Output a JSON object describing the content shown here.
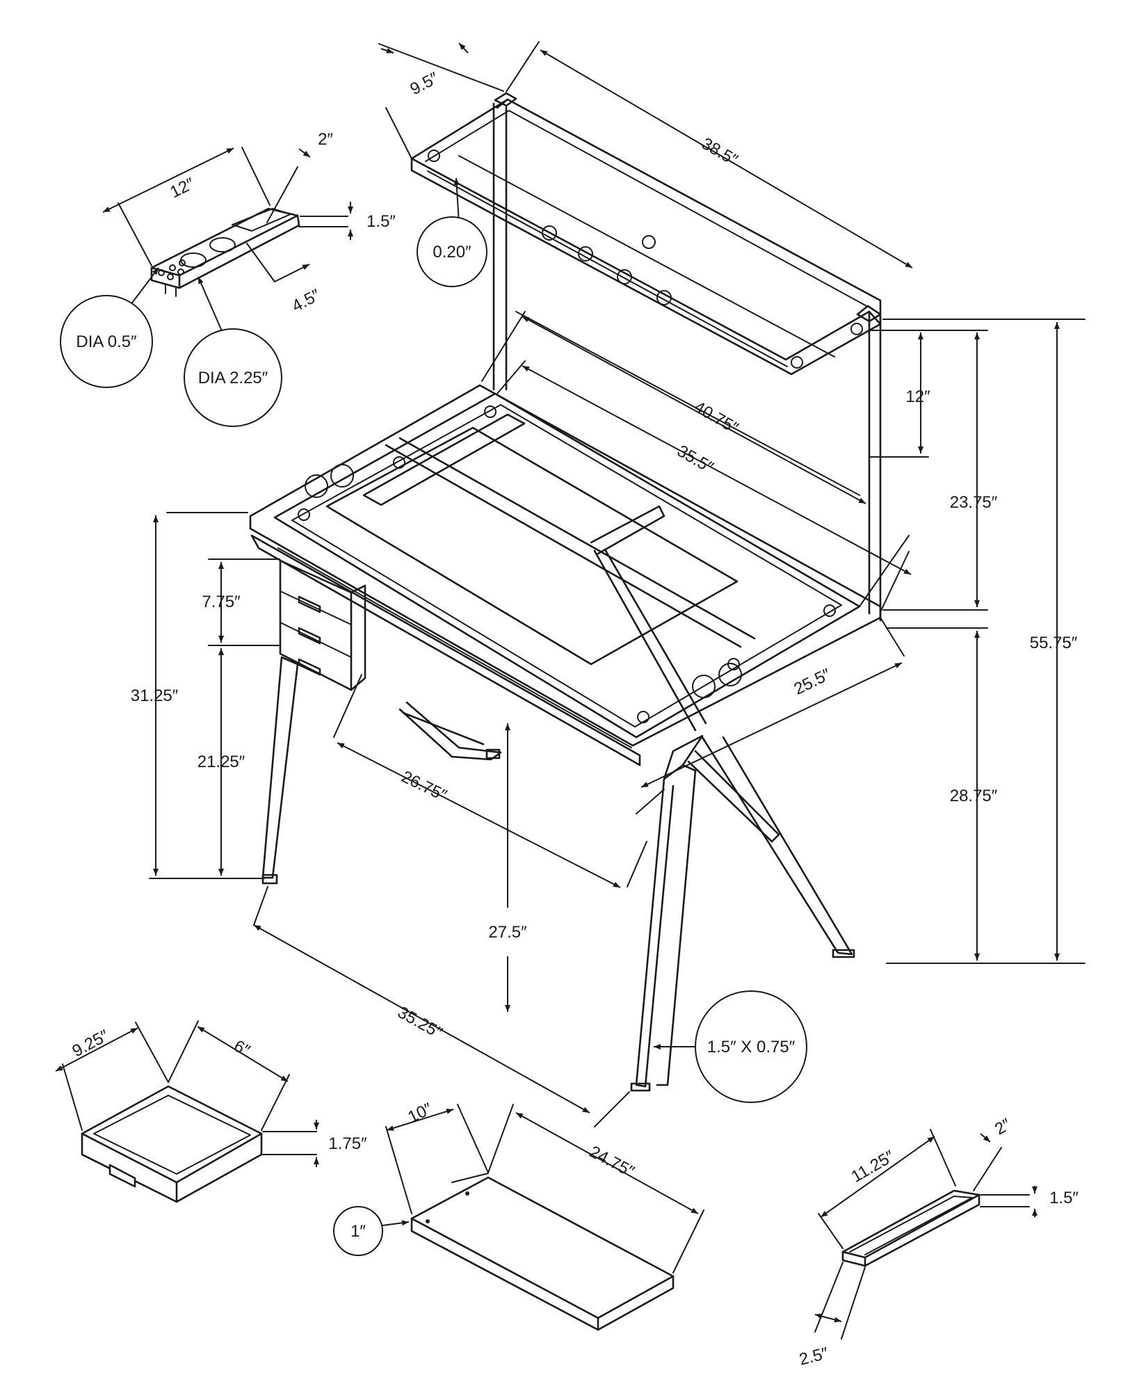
{
  "callouts": {
    "glass_thickness": "0.20″",
    "pen_hole": "DIA 0.5″",
    "cup_hole": "DIA 2.25″",
    "leg_section": "1.5″ X 0.75″",
    "tray_thickness": "1″"
  },
  "dimensions": {
    "hutch_depth": "9.5″",
    "hutch_width": "38.5″",
    "hutch_shelf_gap": "12″",
    "hutch_height": "23.75″",
    "overall_height": "55.75″",
    "desk_height": "28.75″",
    "top_width": "40.75″",
    "glass_width": "35.5″",
    "top_depth": "25.5″",
    "side_height": "31.25″",
    "drawer_block": "7.75″",
    "knee_height": "21.25″",
    "inner_width": "26.75″",
    "knee_clearance": "27.5″",
    "base_width": "35.25″"
  },
  "organizer": {
    "length": "12″",
    "depth": "2″",
    "height": "1.5″",
    "pen_block": "4.5″"
  },
  "drawer": {
    "width": "9.25″",
    "depth": "6″",
    "height": "1.75″"
  },
  "keyboard_tray": {
    "depth": "10″",
    "length": "24.75″"
  },
  "small_tray": {
    "length": "11.25″",
    "depth": "2″",
    "height": "1.5″",
    "end": "2.5″"
  }
}
